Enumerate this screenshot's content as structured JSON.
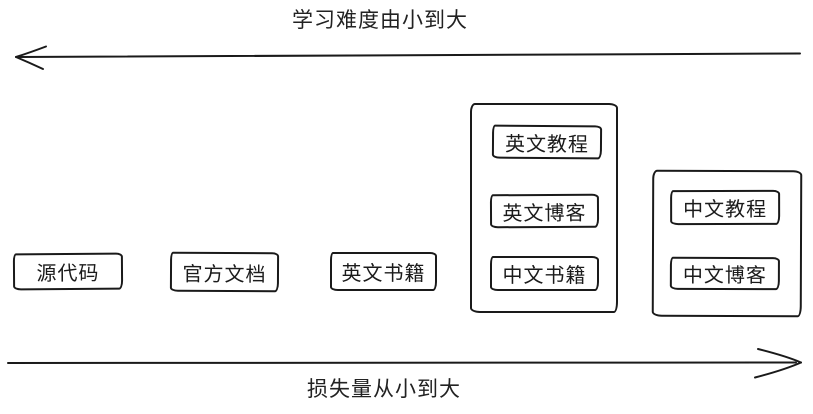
{
  "canvas": {
    "background": "#ffffff",
    "ink_color": "#1a1a1a"
  },
  "top_axis": {
    "label": "学习难度由小到大",
    "direction": "left"
  },
  "bottom_axis": {
    "label": "损失量从小到大",
    "direction": "right"
  },
  "boxes": [
    {
      "label": "源代码"
    },
    {
      "label": "官方文档"
    },
    {
      "label": "英文书籍"
    }
  ],
  "groups": [
    {
      "items": [
        {
          "label": "英文教程"
        },
        {
          "label": "英文博客"
        },
        {
          "label": "中文书籍"
        }
      ]
    },
    {
      "items": [
        {
          "label": "中文教程"
        },
        {
          "label": "中文博客"
        }
      ]
    }
  ]
}
